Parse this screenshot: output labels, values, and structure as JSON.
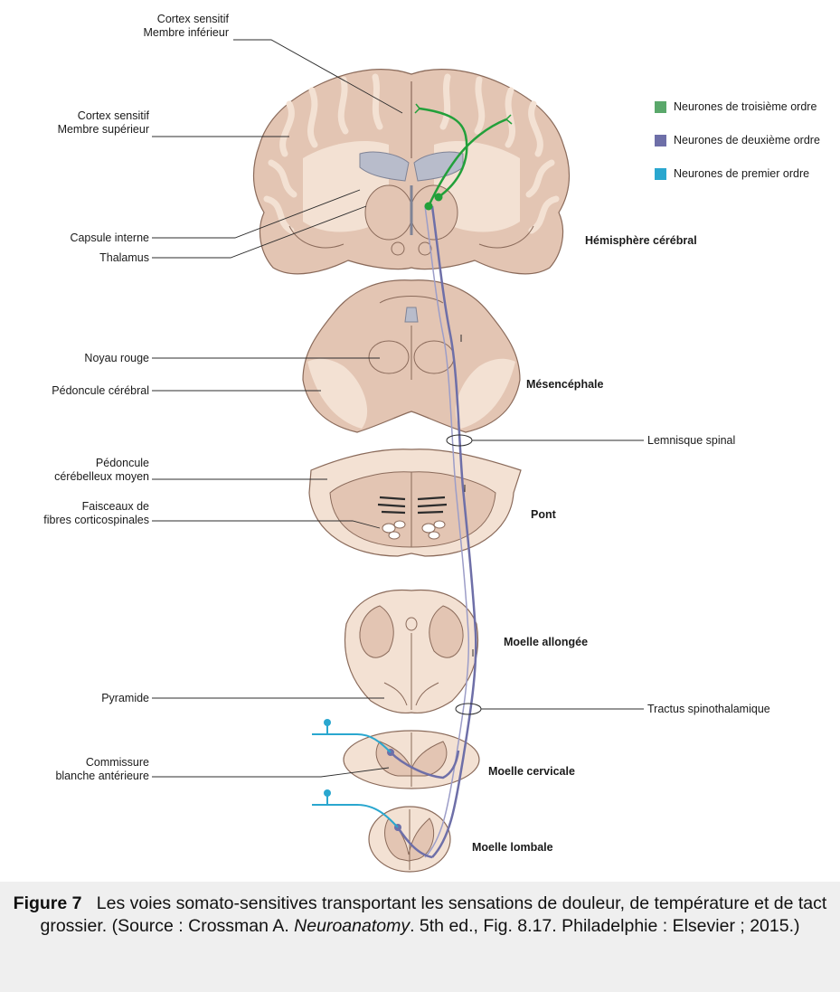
{
  "labels": {
    "cortex_inf_1": "Cortex sensitif",
    "cortex_inf_2": "Membre inférieur",
    "cortex_sup_1": "Cortex sensitif",
    "cortex_sup_2": "Membre supérieur",
    "capsule": "Capsule interne",
    "thalamus": "Thalamus",
    "noyau_rouge": "Noyau rouge",
    "pedoncule_cerebral": "Pédoncule cérébral",
    "pcm_1": "Pédoncule",
    "pcm_2": "cérébelleux moyen",
    "faisceaux_1": "Faisceaux de",
    "faisceaux_2": "fibres corticospinales",
    "pyramide": "Pyramide",
    "commissure_1": "Commissure",
    "commissure_2": "blanche antérieure",
    "lemnisque": "Lemnisque spinal",
    "tractus": "Tractus spinothalamique"
  },
  "levels": {
    "hemisphere": "Hémisphère cérébral",
    "mesencephale": "Mésencéphale",
    "pont": "Pont",
    "moelle_allongee": "Moelle allongée",
    "moelle_cervicale": "Moelle cervicale",
    "moelle_lombale": "Moelle lombale"
  },
  "legend": [
    {
      "label": "Neurones de troisième ordre",
      "color": "#5aa86b"
    },
    {
      "label": "Neurones de deuxième ordre",
      "color": "#6e6fa8"
    },
    {
      "label": "Neurones de premier ordre",
      "color": "#2aa7cf"
    }
  ],
  "colors": {
    "tissue": "#e3c5b3",
    "tissue_light": "#f3e1d3",
    "outline": "#8a6a5a",
    "ventricle": "#b8bccb",
    "third_order": "#22a03a",
    "second_order": "#6e6fa8",
    "first_order": "#2aa7cf"
  },
  "caption": {
    "figure": "Figure 7",
    "text_1": "Les voies somato-sensitives transportant les sensations de douleur, de température et de tact grossier. (Source : Crossman A. ",
    "book": "Neuroanatomy",
    "text_2": ". 5th ed., Fig. 8.17. Philadelphie : Elsevier ; 2015.)"
  }
}
